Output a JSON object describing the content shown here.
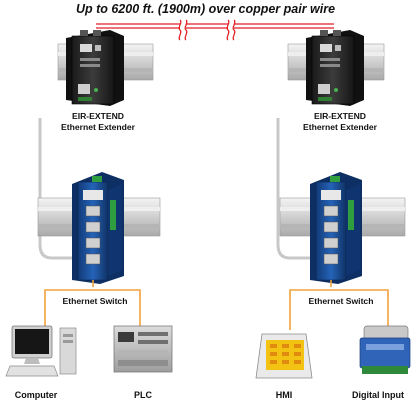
{
  "header": {
    "title": "Up to 6200 ft. (1900m) over copper pair wire"
  },
  "extenders": [
    {
      "name": "EIR-EXTEND",
      "subtitle": "Ethernet Extender"
    },
    {
      "name": "EIR-EXTEND",
      "subtitle": "Ethernet Extender"
    }
  ],
  "switches": [
    {
      "label": "Ethernet Switch"
    },
    {
      "label": "Ethernet Switch"
    }
  ],
  "devices": [
    {
      "label": "Computer"
    },
    {
      "label": "PLC"
    },
    {
      "label": "HMI"
    },
    {
      "label": "Digital Input"
    }
  ],
  "colors": {
    "wire": "#e31e24",
    "ethernet_cable": "#f2a23a",
    "rail_cable": "#c8c8c8",
    "extender_body": "#2b2b2b",
    "switch_body": "#1c4f9c",
    "din_rail": "#d4d4d4"
  }
}
